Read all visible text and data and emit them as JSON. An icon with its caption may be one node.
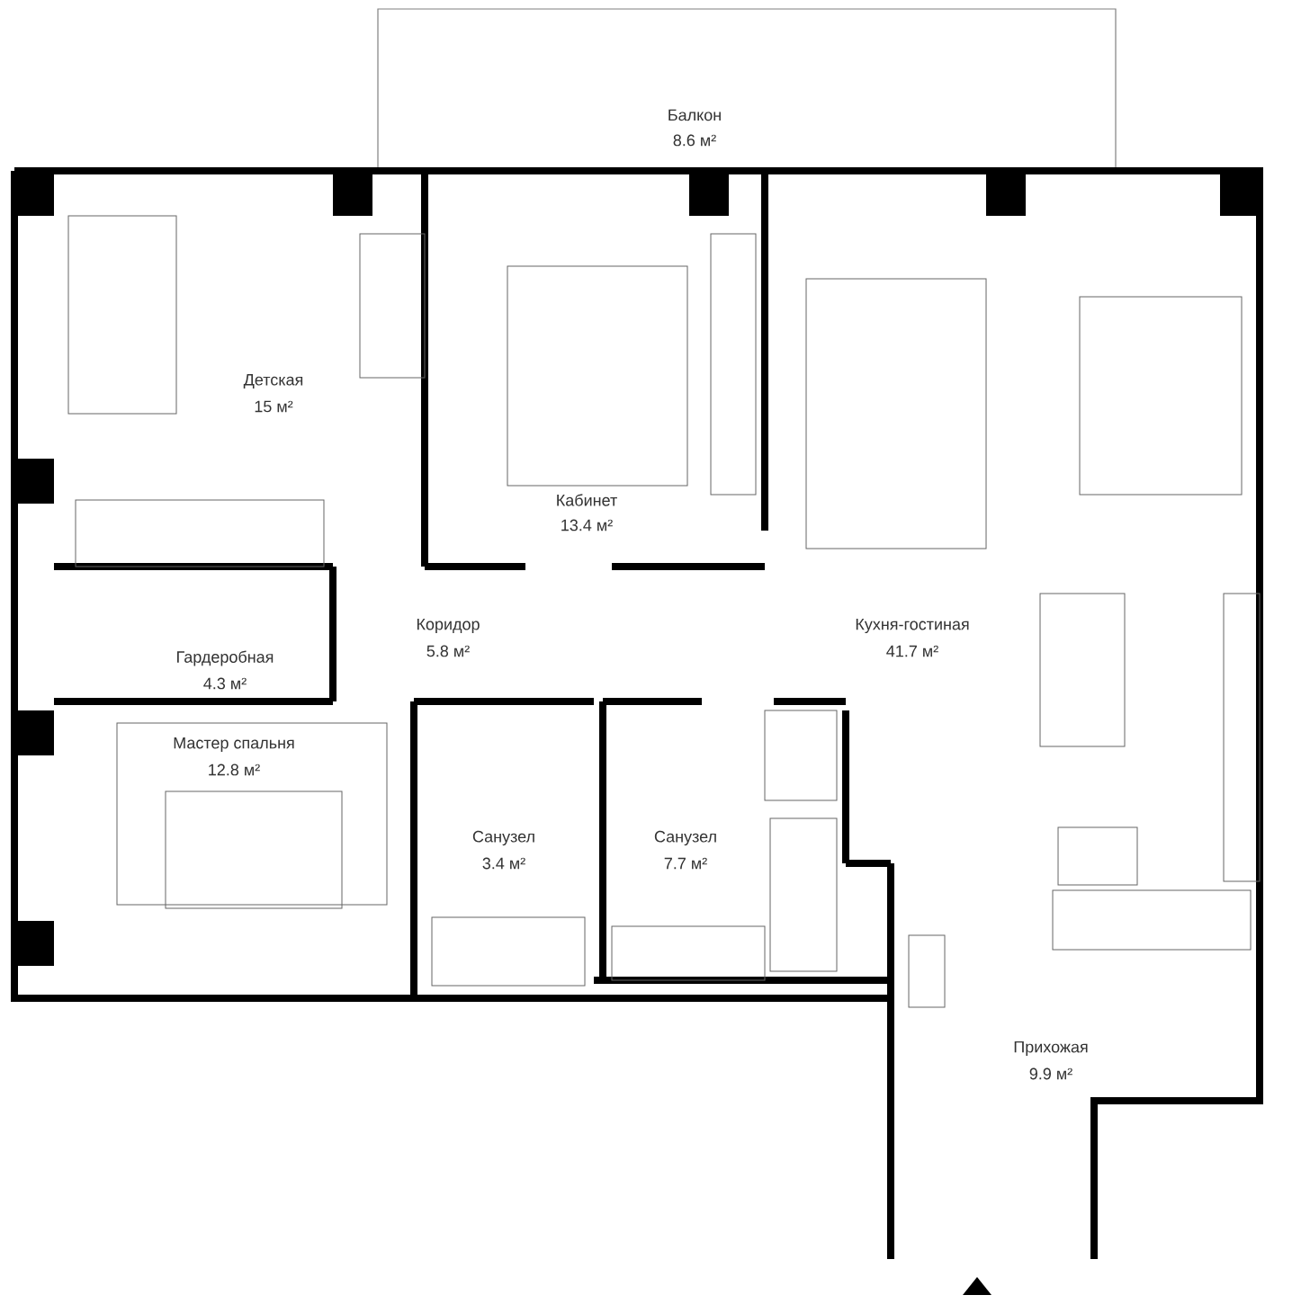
{
  "diagram": {
    "labels": [
      "Балкон",
      "8.6 м²",
      "Детская",
      "15 м²",
      "Кабинет",
      "13.4 м²",
      "Кухня-гостиная",
      "41.7 м²",
      "Коридор",
      "5.8 м²",
      "Гардеробная",
      "4.3 м²",
      "Мастер спальня",
      "12.8 м²",
      "Санузел",
      "3.4 м²",
      "Санузел",
      "7.7 м²",
      "Прихожая",
      "9.9 м²"
    ]
  }
}
